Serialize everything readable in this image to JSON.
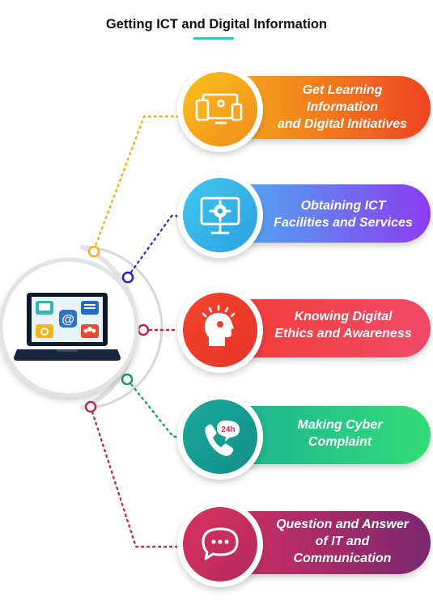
{
  "title": "Getting ICT and Digital Information",
  "items": [
    {
      "lines": [
        "Get Learning",
        "Information",
        "and Digital Initiatives"
      ],
      "icon": "devices-icon",
      "color_from": "#f7c21a",
      "color_to": "#ee4422"
    },
    {
      "lines": [
        "Obtaining ICT",
        "Facilities and Services"
      ],
      "icon": "monitor-gear-icon",
      "color_from": "#3ec7f0",
      "color_to": "#8b3cf0"
    },
    {
      "lines": [
        "Knowing Digital",
        "Ethics and Awareness"
      ],
      "icon": "head-idea-icon",
      "color_from": "#f23a2a",
      "color_to": "#f24a6a"
    },
    {
      "lines": [
        "Making Cyber",
        "Complaint"
      ],
      "icon": "phone-24h-icon",
      "color_from": "#17a89a",
      "color_to": "#33dd77"
    },
    {
      "lines": [
        "Question and Answer",
        "of IT and",
        "Communication"
      ],
      "icon": "chat-bubble-icon",
      "color_from": "#e0305e",
      "color_to": "#7a2870"
    }
  ],
  "laptop_screen_label": "@"
}
